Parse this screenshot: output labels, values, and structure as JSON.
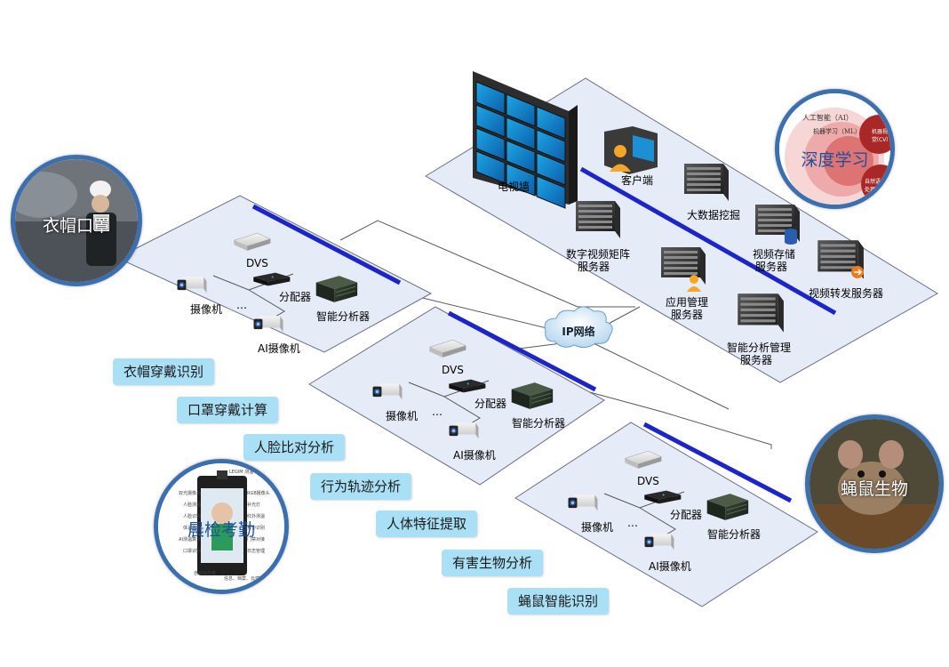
{
  "center": {
    "network": "IP网络"
  },
  "top_cluster": {
    "video_wall": "电视墙",
    "client": "客户端",
    "bigdata": "大数据挖掘",
    "matrix_l1": "数字视频矩阵",
    "matrix_l2": "服务器",
    "storage_l1": "视频存储",
    "storage_l2": "服务器",
    "app_l1": "应用管理",
    "app_l2": "服务器",
    "forward": "视频转发服务器",
    "analysis_l1": "智能分析管理",
    "analysis_l2": "服务器"
  },
  "site_nodes": {
    "dvs": "DVS",
    "distributor": "分配器",
    "analyzer": "智能分析器",
    "camera": "摄像机",
    "ai_camera": "AI摄像机",
    "ellipsis": "…"
  },
  "features": [
    "衣帽穿戴识别",
    "口罩穿戴计算",
    "人脸比对分析",
    "行为轨迹分析",
    "人体特征提取",
    "有害生物分析",
    "蝇鼠智能识别"
  ],
  "circles": {
    "chef": "衣帽口罩",
    "rat": "蝇鼠生物",
    "attendance": "晨检考勤",
    "deep_learning": {
      "title": "深度学习",
      "ai": "人工智能（AI）",
      "ml": "机器学习（ML）",
      "cv_l1": "机器视觉",
      "cv_l2": "（CV）",
      "nlp_l1": "自然语言处理",
      "nlp_l2": "（NLP）"
    },
    "attendance_device": {
      "temp": "LEGIM 测温",
      "items_left": [
        "双光摄像头",
        "人脸测温",
        "人脸识别",
        "体温显示",
        "AI测温算法",
        "口罩识别"
      ],
      "items_right": [
        "RGB摄像头",
        "补光灯",
        "红外测温",
        "身份识别",
        "门禁对接",
        "日志管理"
      ],
      "bottom": [
        "自动会所考",
        "信息、档案、云端管理"
      ]
    }
  },
  "colors": {
    "platform": "#e6ebf8",
    "platform_stroke": "#6a6f84",
    "bus": "#1c26c8",
    "pill": "#a9e0f5",
    "circle_border": "#3c6fae"
  }
}
